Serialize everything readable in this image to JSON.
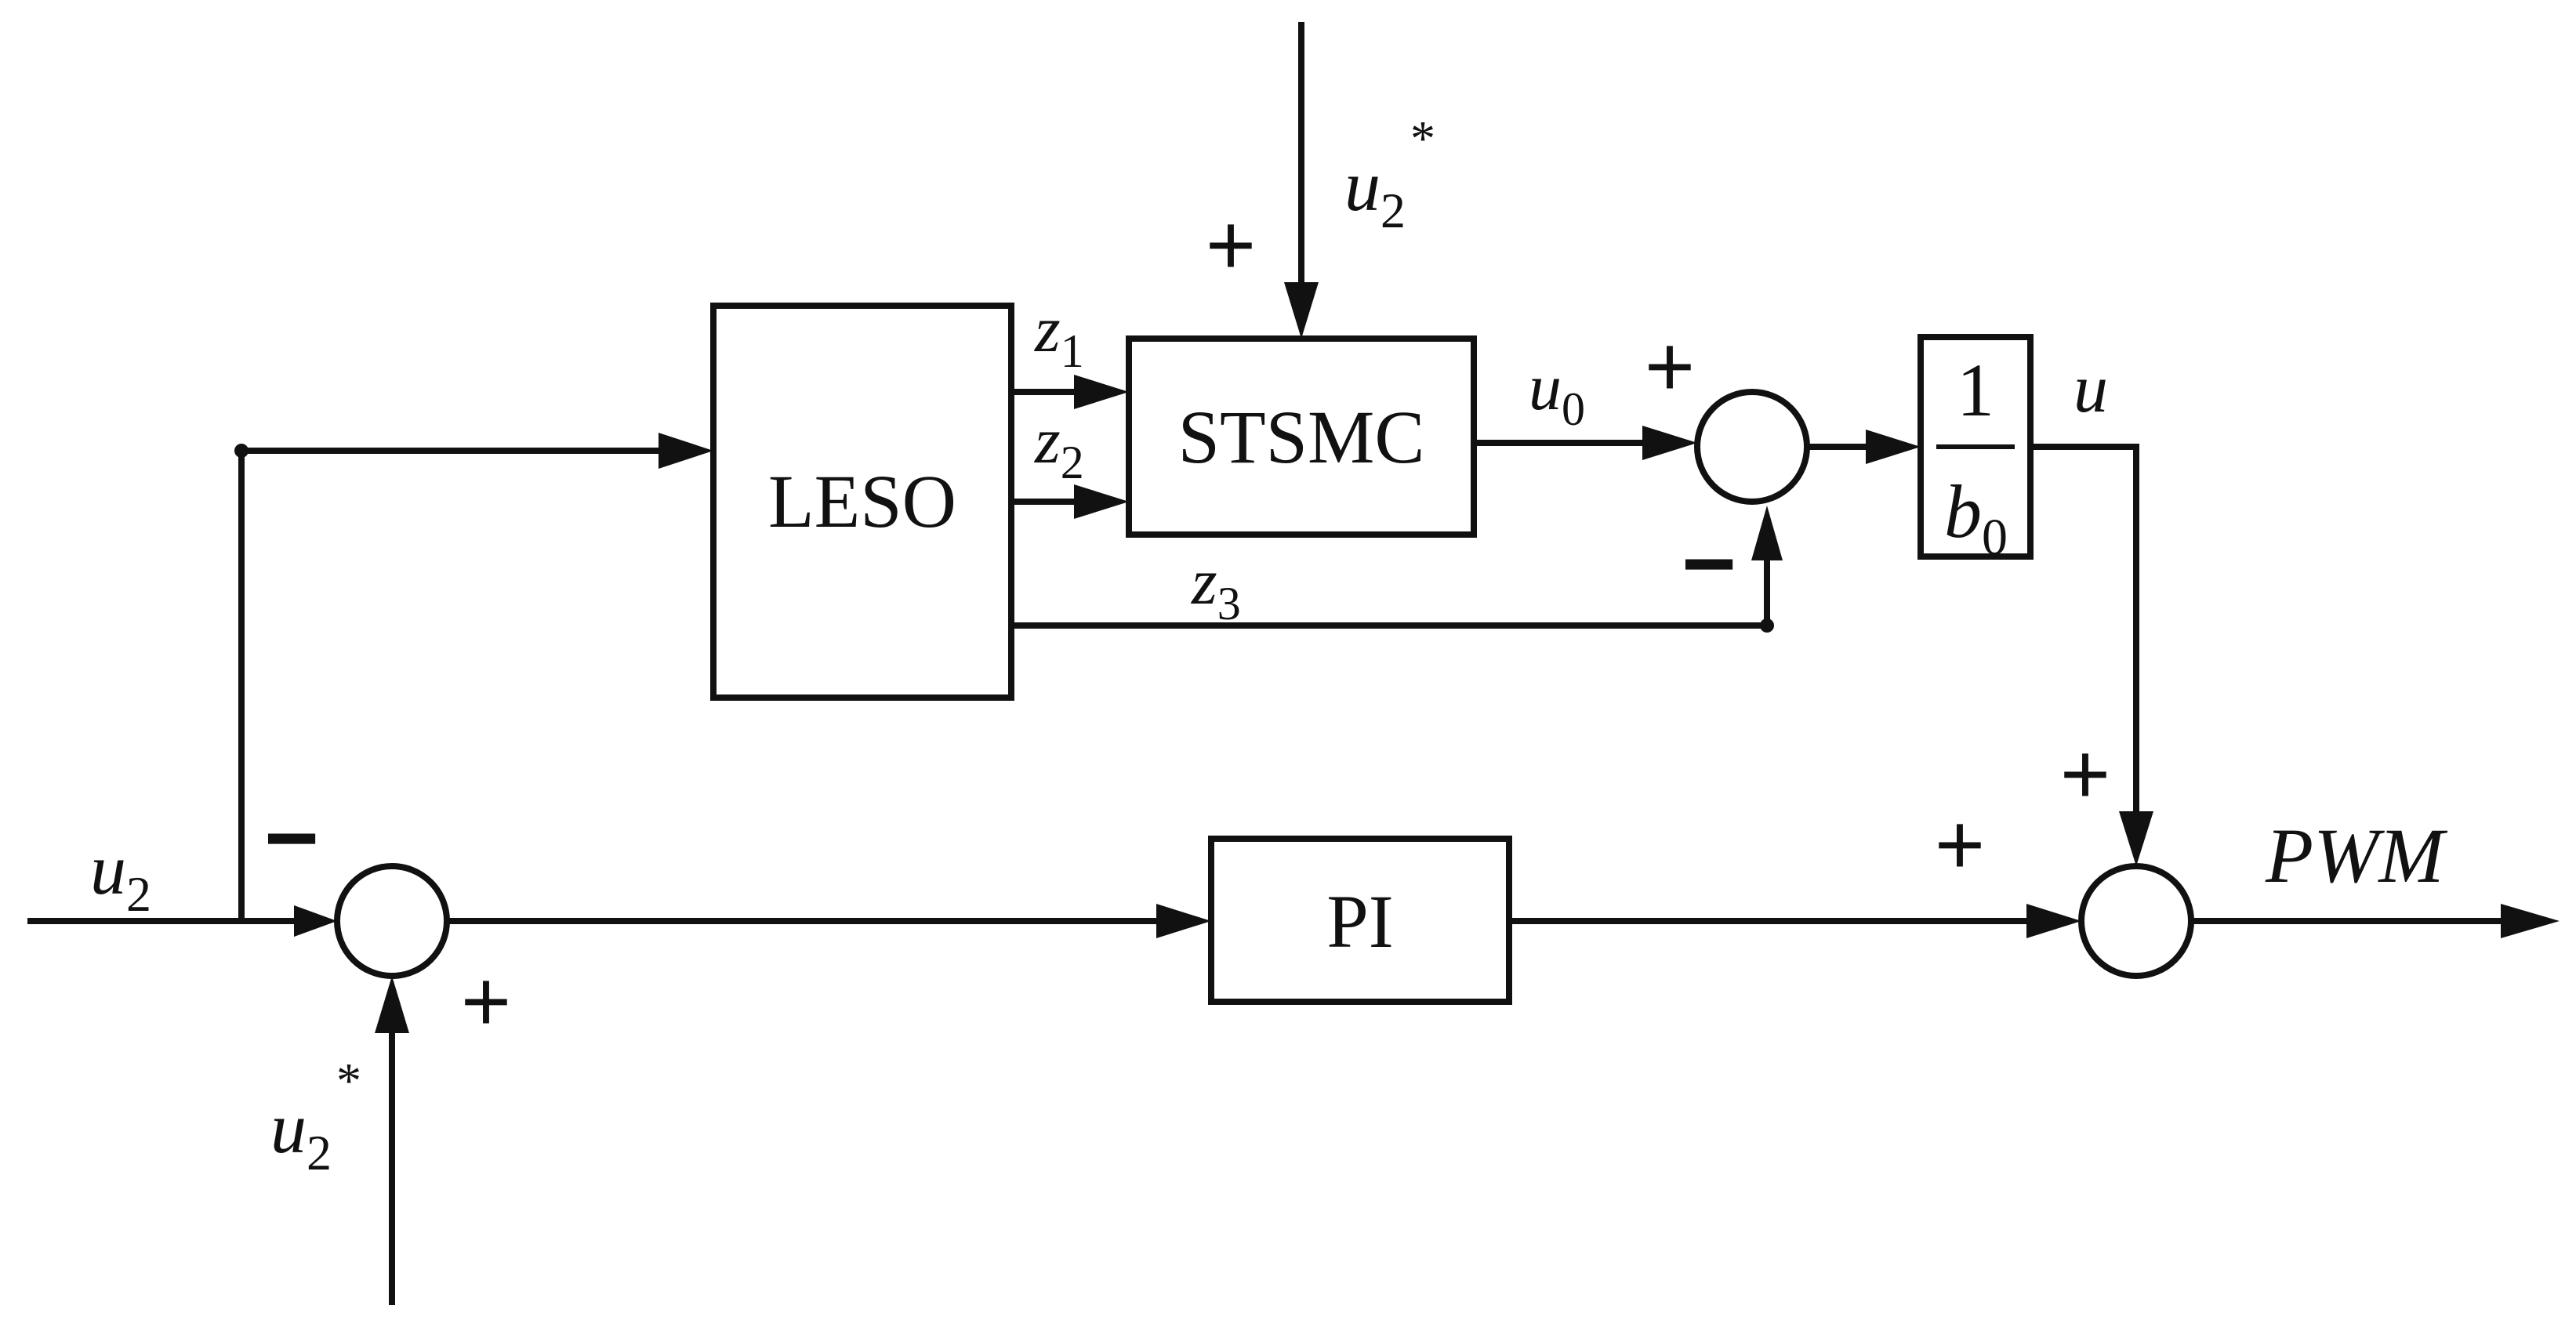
{
  "blocks": {
    "leso": "LESO",
    "stsmc": "STSMC",
    "pi": "PI",
    "gain_num": "1",
    "gain_den_var": "b",
    "gain_den_sub": "0"
  },
  "signals": {
    "u2_left": {
      "var": "u",
      "sub": "2"
    },
    "u2_ref_top": {
      "var": "u",
      "sub": "2",
      "sup": "*"
    },
    "u2_ref_bottom": {
      "var": "u",
      "sub": "2",
      "sup": "*"
    },
    "z1": {
      "var": "z",
      "sub": "1"
    },
    "z2": {
      "var": "z",
      "sub": "2"
    },
    "z3": {
      "var": "z",
      "sub": "3"
    },
    "u0": {
      "var": "u",
      "sub": "0"
    },
    "u": {
      "var": "u"
    },
    "pwm": "PWM"
  },
  "signs": {
    "stsmc_ref": "+",
    "sum1_u0": "+",
    "sum1_z3": "−",
    "sum2_u2": "−",
    "sum2_ref": "+",
    "sum3_u": "+",
    "sum3_pi": "+"
  }
}
